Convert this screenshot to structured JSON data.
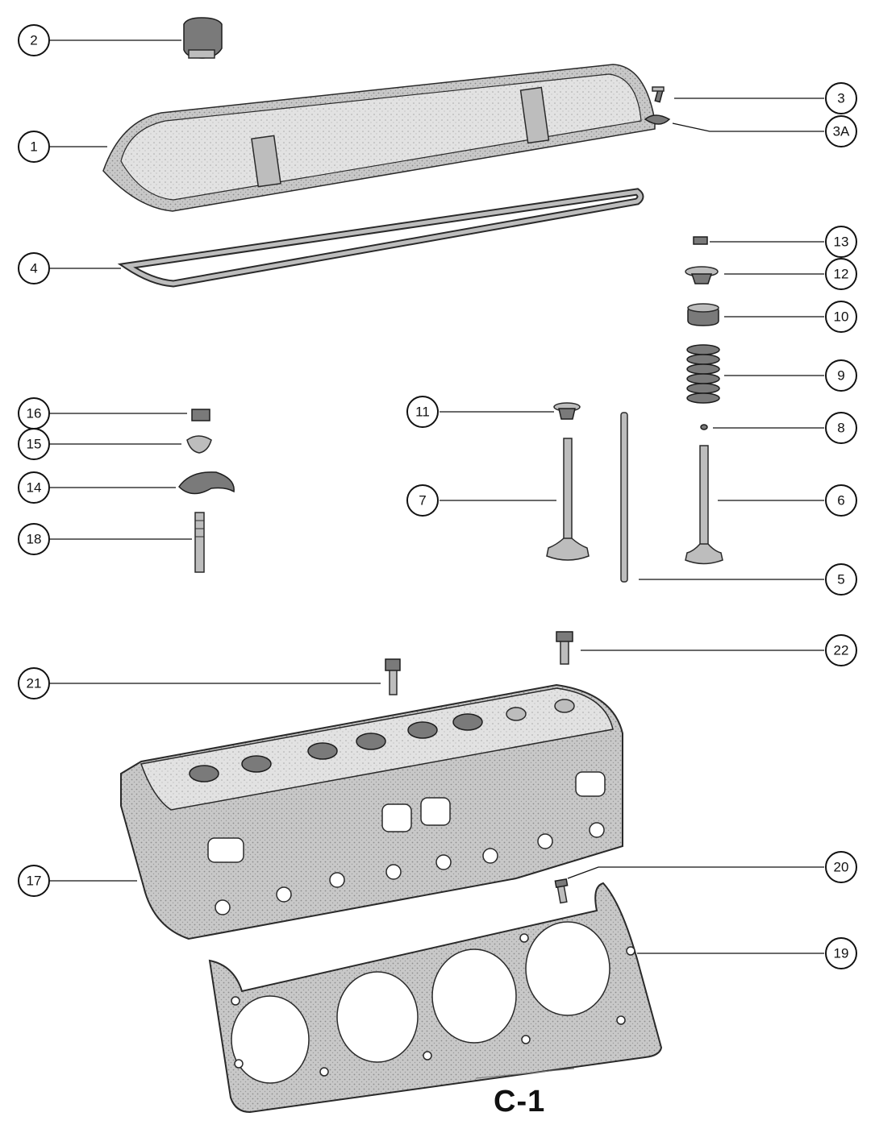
{
  "page_label": "C-1",
  "callouts": [
    "1",
    "2",
    "3",
    "3A",
    "4",
    "5",
    "6",
    "7",
    "8",
    "9",
    "10",
    "11",
    "12",
    "13",
    "14",
    "15",
    "16",
    "17",
    "18",
    "19",
    "20",
    "21",
    "22"
  ],
  "colors": {
    "ink": "#111111",
    "metal": "#bdbdbd",
    "metal_dark": "#7a7a7a",
    "paper": "#ffffff"
  }
}
